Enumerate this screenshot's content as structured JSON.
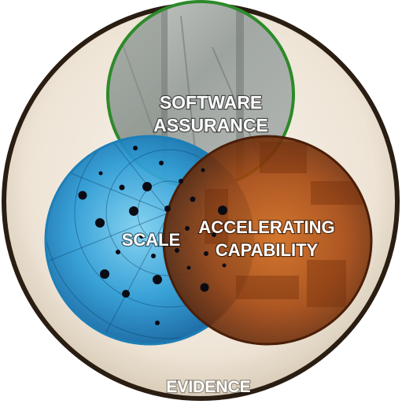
{
  "labels": {
    "software_assurance_line1": "SOFTWARE",
    "software_assurance_line2": "ASSURANCE",
    "scale": "SCALE",
    "accelerating_line1": "ACCELERATING",
    "accelerating_line2": "CAPABILITY",
    "evidence": "EVIDENCE"
  },
  "colors": {
    "outer_ring": "#2a1d12",
    "outer_fill": "#f2ebe0",
    "software_ring": "#2d8a2a",
    "scale_ring": "#1d7fb8",
    "capability_ring": "#4a1e08"
  }
}
